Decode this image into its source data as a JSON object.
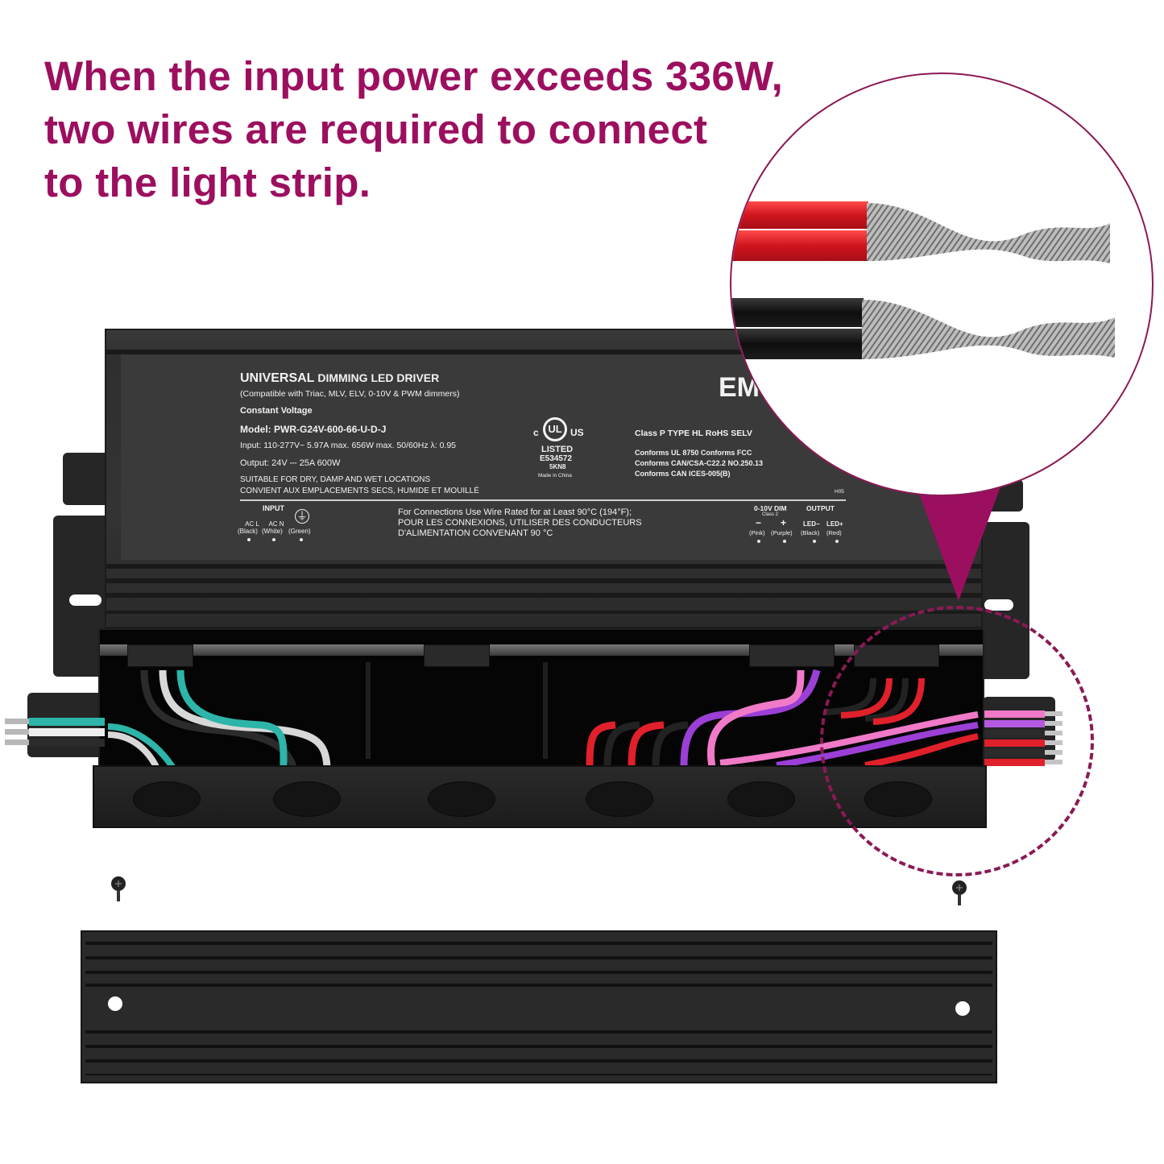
{
  "headline": {
    "lines": [
      "When the input power exceeds 336W,",
      "two wires are required to connect",
      "to the light strip."
    ],
    "color": "#9c0f5f"
  },
  "label": {
    "title_main": "UNIVERSAL",
    "title_rest": " DIMMING LED DRIVER",
    "compat": "(Compatible with Triac, MLV, ELV, 0-10V & PWM dimmers)",
    "type": "Constant Voltage",
    "model": "Model: PWR-G24V-600-66-U-D-J",
    "input": "Input: 110-277V~ 5.97A max.   656W max.  50/60Hz  λ: 0.95",
    "output": "Output: 24V ⎓ 25A   600W",
    "locations_en": "SUITABLE FOR DRY, DAMP AND WET LOCATIONS",
    "locations_fr": "CONVIENT AUX EMPLACEMENTS SECS, HUMIDE ET MOUILLÉ",
    "brand_partial": "EM",
    "ul": {
      "c": "c",
      "us": "US",
      "mark": "UL",
      "listed": "LISTED",
      "file": "E534572",
      "code": "5KN8",
      "origin": "Made in China"
    },
    "ratings": "Class P    TYPE HL    RoHS    SELV",
    "conforms_1": "Conforms UL 8750        Conforms FCC",
    "conforms_2": "Conforms CAN/CSA-C22.2 NO.250.13",
    "conforms_3": "Conforms CAN ICES-005(B)",
    "code_h05": "H05",
    "input_section": {
      "title": "INPUT",
      "terminals": [
        {
          "name": "AC L",
          "color": "(Black)"
        },
        {
          "name": "AC N",
          "color": "(White)"
        },
        {
          "name": "⏚",
          "color": "(Green)"
        }
      ]
    },
    "wiring_note": [
      "For Connections Use Wire Rated for at Least 90°C (194°F);",
      "POUR LES CONNEXIONS, UTILISER DES CONDUCTEURS",
      "D'ALIMENTATION CONVENANT 90 °C"
    ],
    "dim_section": {
      "title": "0-10V DIM",
      "subtitle": "Class 2",
      "terminals": [
        {
          "name": "−",
          "color": "(Pink)"
        },
        {
          "name": "+",
          "color": "(Purple)"
        }
      ]
    },
    "output_section": {
      "title": "OUTPUT",
      "terminals": [
        {
          "name": "LED−",
          "color": "(Black)"
        },
        {
          "name": "LED+",
          "color": "(Red)"
        }
      ]
    }
  },
  "wire_colors": {
    "input": [
      "#2b2b2b",
      "#e8e8e8",
      "#2cb5a8"
    ],
    "dim": [
      "#f07ac8",
      "#9b3fd6"
    ],
    "output": [
      "#1e1e1e",
      "#e0202a"
    ]
  },
  "callout": {
    "description": "Zoomed view: two red and two black wires with twisted stripped ends",
    "accent": "#9c0f5f"
  }
}
